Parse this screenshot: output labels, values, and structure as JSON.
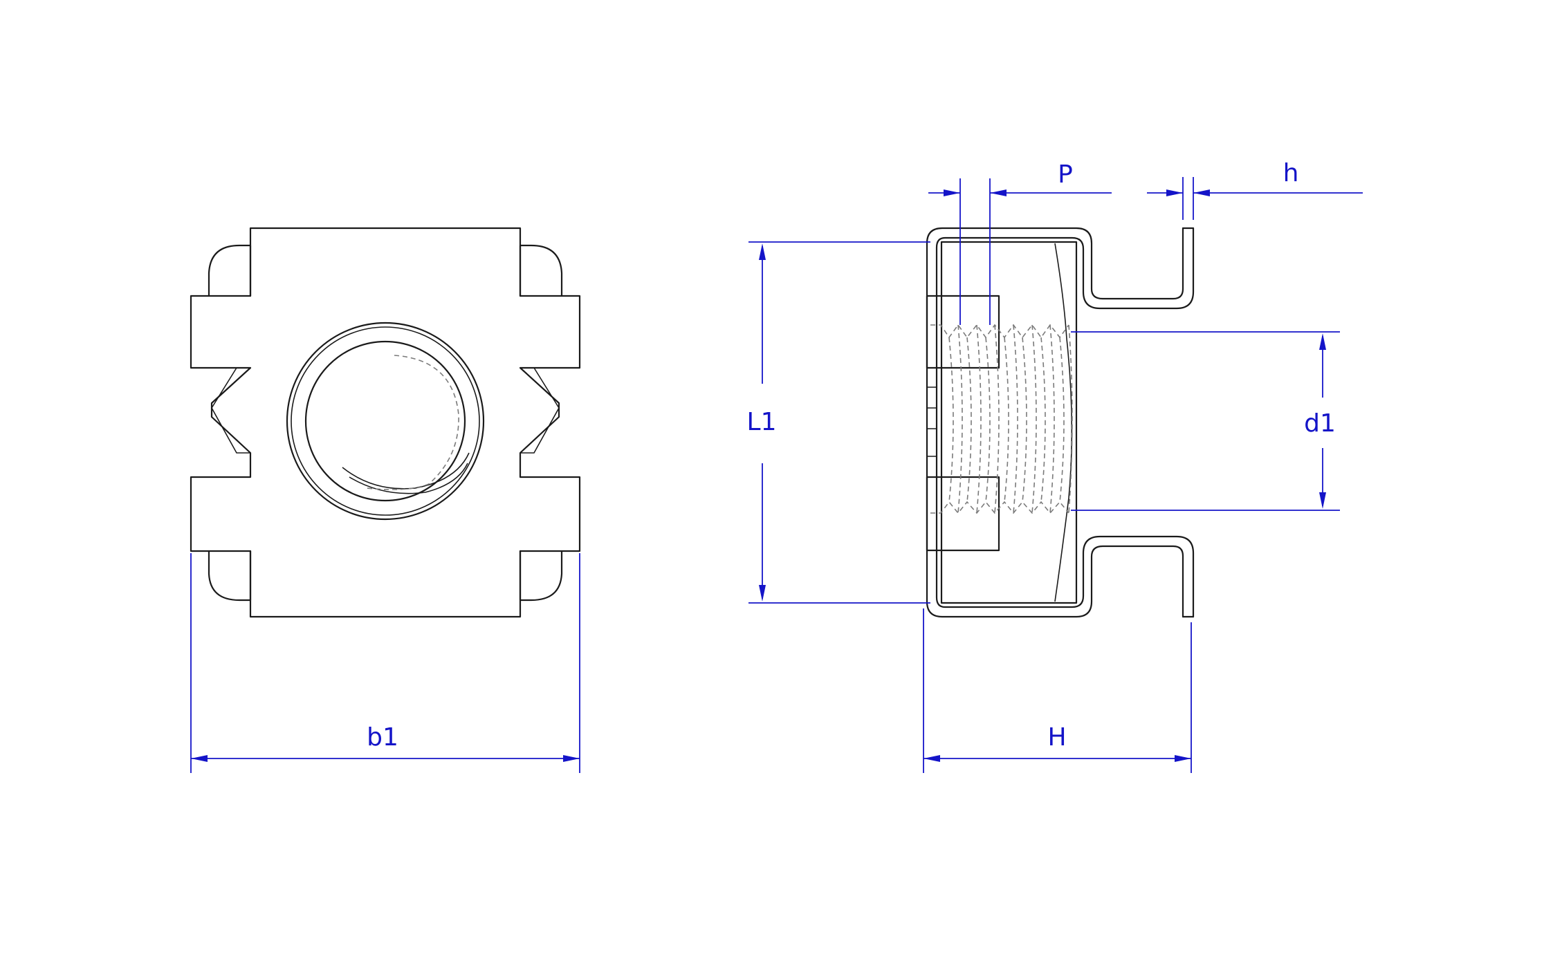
{
  "dimension_labels": {
    "width_front": "b1",
    "length": "L1",
    "pitch": "P",
    "sheet_thickness": "h",
    "thread_diameter": "d1",
    "height": "H"
  },
  "colors": {
    "part_outline": "#1a1a1a",
    "hidden_lines": "#7a7a7a",
    "dimension_lines": "#1414c8",
    "background": "#ffffff"
  }
}
